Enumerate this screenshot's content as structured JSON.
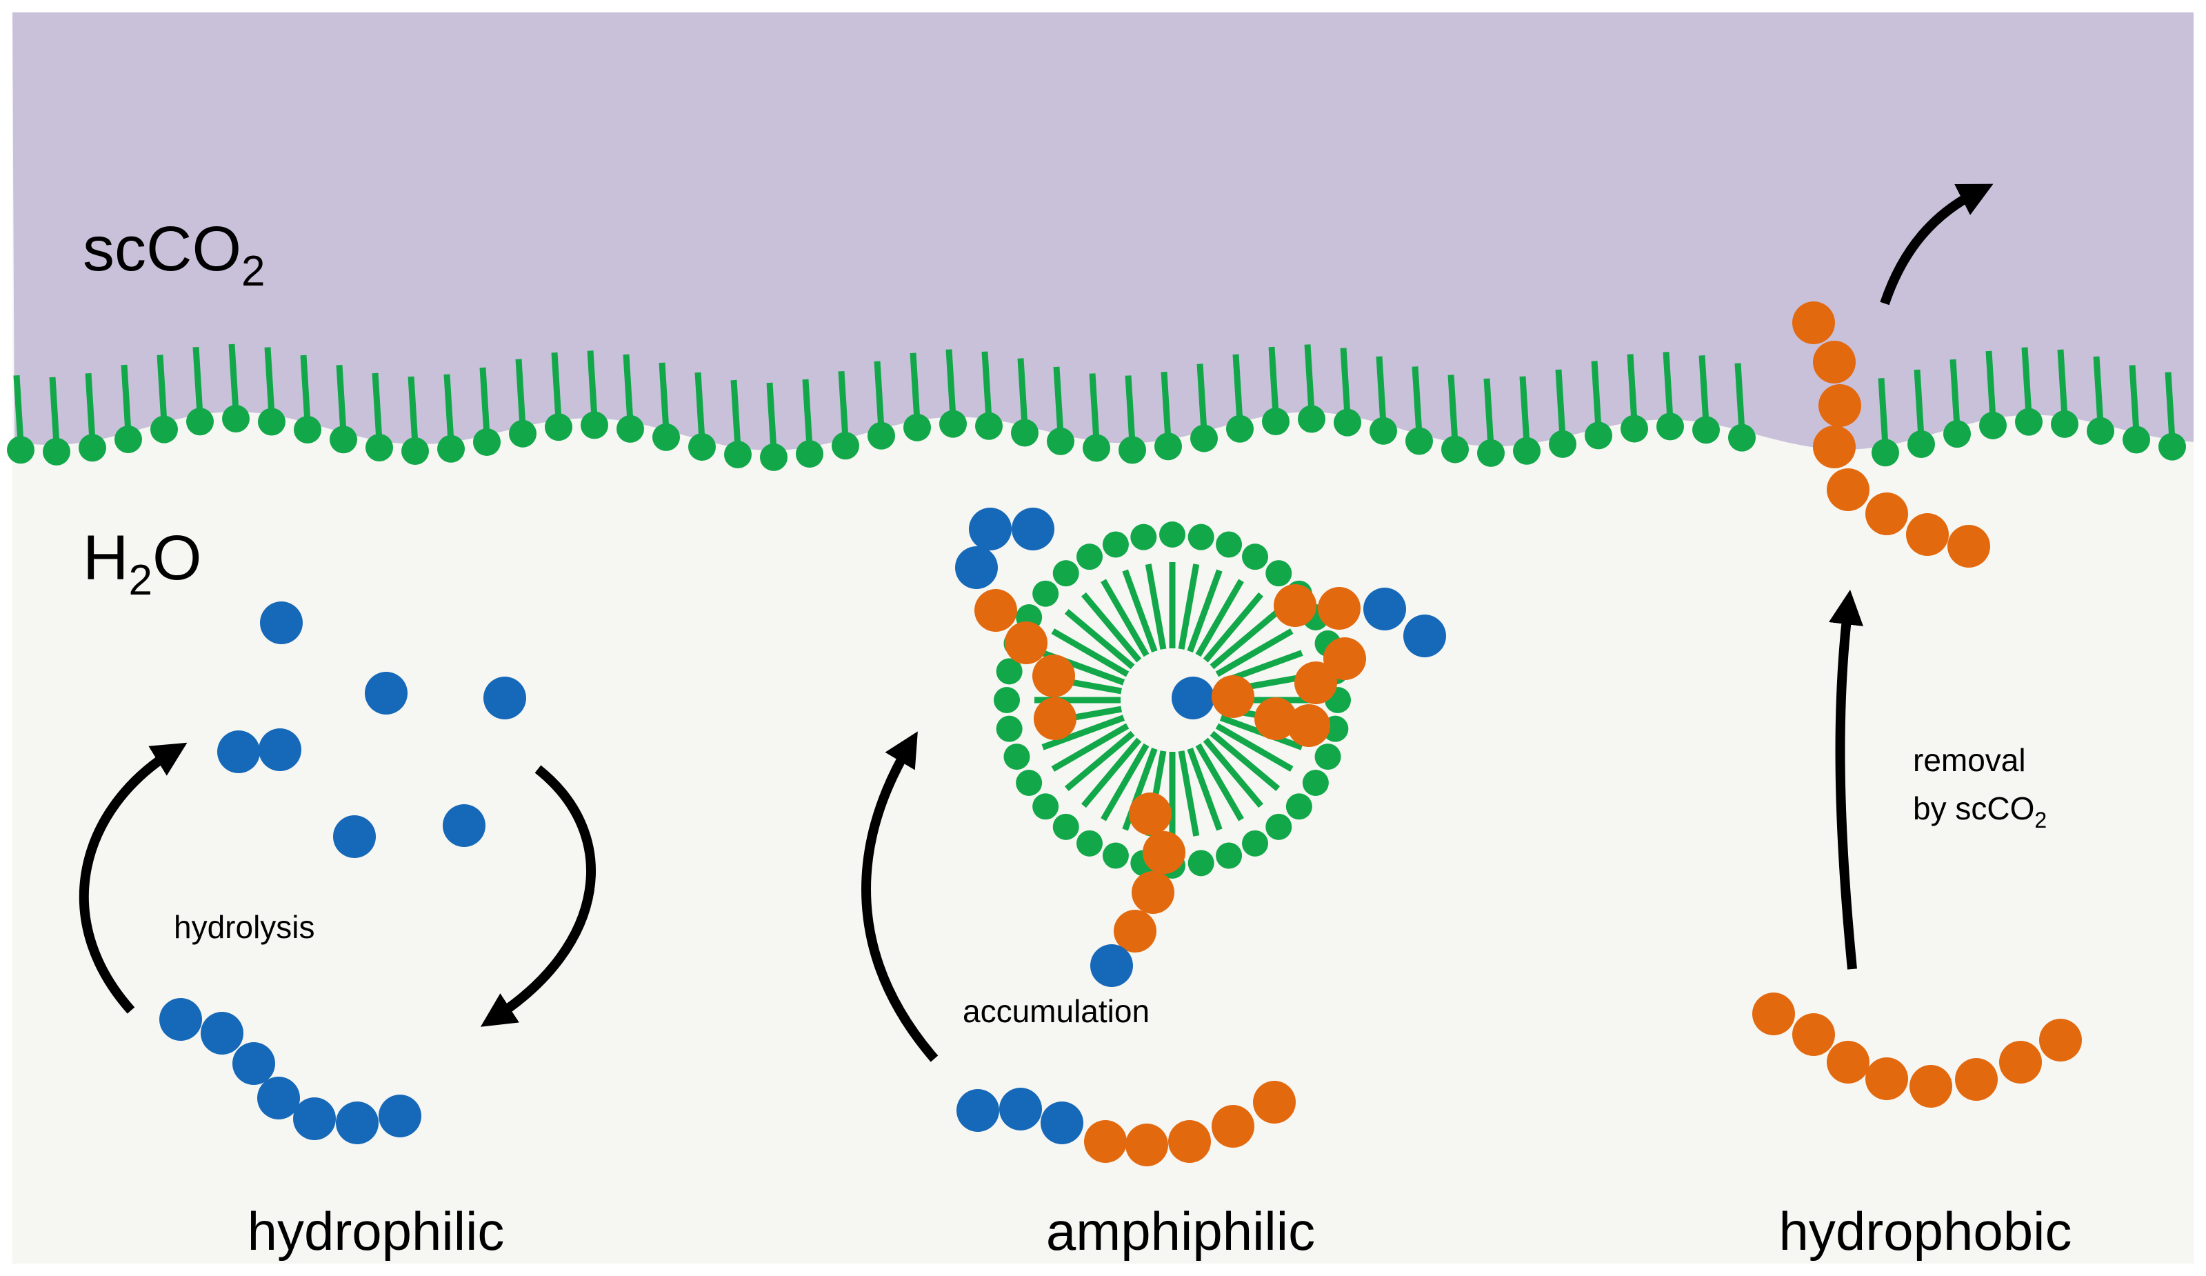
{
  "phases": {
    "upper": {
      "base": "scCO",
      "sub": "2"
    },
    "lower": {
      "pre": "H",
      "sub": "2",
      "post": "O"
    }
  },
  "panels": {
    "left": {
      "caption": "hydrophilic",
      "process": "hydrolysis"
    },
    "middle": {
      "caption": "amphiphilic",
      "process": "accumulation"
    },
    "right": {
      "caption": "hydrophobic",
      "process_line1": "removal",
      "process_line2_base": "by scCO",
      "process_line2_sub": "2"
    }
  },
  "colors": {
    "scco2_phase": "#c9c0da",
    "water_phase": "#f6f6f2",
    "surfactant": "#12a84a",
    "hydrophilic_unit": "#1668b8",
    "hydrophobic_unit": "#e3690f",
    "arrow": "#000000"
  }
}
